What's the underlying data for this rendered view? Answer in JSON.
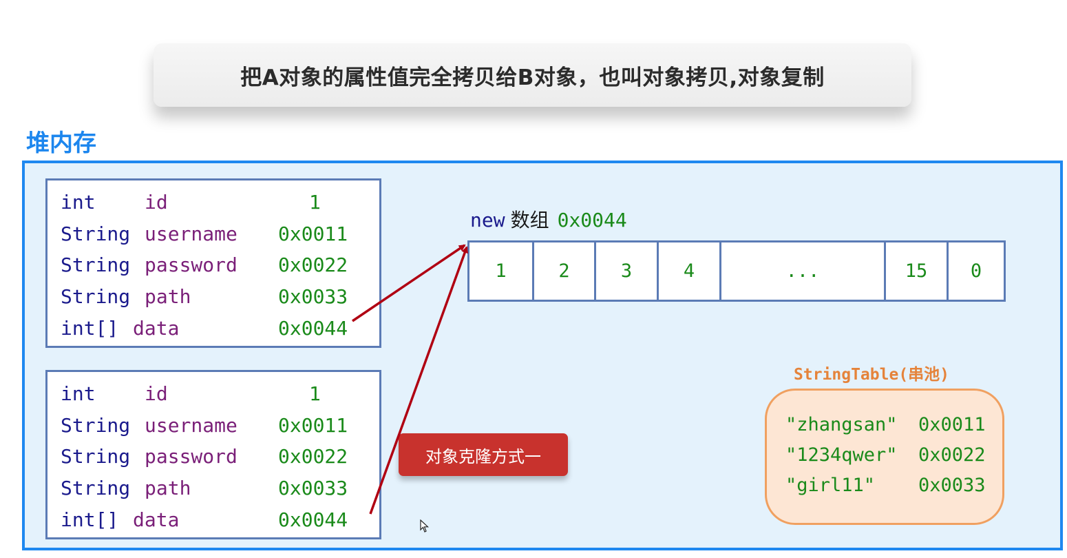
{
  "banner": {
    "text": "把A对象的属性值完全拷贝给B对象，也叫对象拷贝,对象复制"
  },
  "heap": {
    "label": "堆内存"
  },
  "objects": [
    {
      "fields": [
        {
          "type": "int",
          "name": "id",
          "value": "1"
        },
        {
          "type": "String",
          "name": "username",
          "value": "0x0011"
        },
        {
          "type": "String",
          "name": "password",
          "value": "0x0022"
        },
        {
          "type": "String",
          "name": "path",
          "value": "0x0033"
        },
        {
          "type": "int[]",
          "name": "data",
          "value": "0x0044"
        }
      ]
    },
    {
      "fields": [
        {
          "type": "int",
          "name": "id",
          "value": "1"
        },
        {
          "type": "String",
          "name": "username",
          "value": "0x0011"
        },
        {
          "type": "String",
          "name": "password",
          "value": "0x0022"
        },
        {
          "type": "String",
          "name": "path",
          "value": "0x0033"
        },
        {
          "type": "int[]",
          "name": "data",
          "value": "0x0044"
        }
      ]
    }
  ],
  "array": {
    "keyword": "new",
    "label": "数组",
    "address": "0x0044",
    "cells": [
      "1",
      "2",
      "3",
      "4",
      "...",
      "15",
      "0"
    ]
  },
  "clone_button": {
    "label": "对象克隆方式一"
  },
  "string_table": {
    "title": "StringTable(串池)",
    "entries": [
      {
        "value": "\"zhangsan\"",
        "address": "0x0011"
      },
      {
        "value": "\"1234qwer\"",
        "address": "0x0022"
      },
      {
        "value": "\"girl11\"",
        "address": "0x0033"
      }
    ]
  },
  "colors": {
    "heap_border": "#1e88f0",
    "heap_fill": "#e4f2fc",
    "arrow": "#b00012",
    "type": "#1a1a8c",
    "name": "#7a1f78",
    "value": "#1a8a1a",
    "string_table": "#e5833a",
    "button": "#c8322d"
  }
}
